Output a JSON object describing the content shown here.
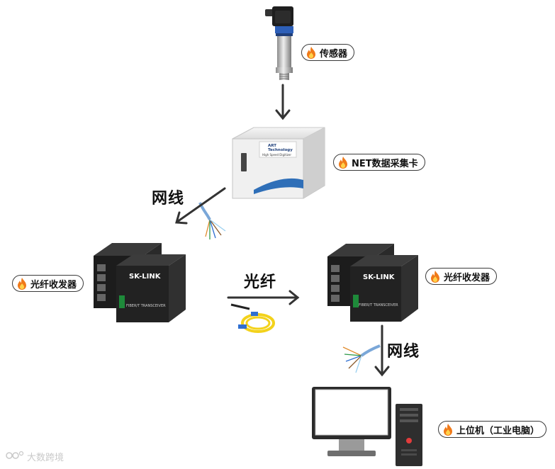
{
  "nodes": {
    "sensor": "传感器",
    "daq": "NET数据采集卡",
    "transceiver_left": "光纤收发器",
    "transceiver_right": "光纤收发器",
    "host_pc": "上位机（工业电脑）"
  },
  "connections": {
    "cable_left": "网线",
    "fiber": "光纤",
    "cable_right": "网线"
  },
  "device_text": {
    "daq_brand_line1": "ART",
    "daq_brand_line2": "Technology",
    "daq_model": "High Speed Digitizer",
    "transceiver_brand": "SK-LINK",
    "transceiver_model": "FIBER/T TRANSCEIVER"
  },
  "watermark": "大数跨境",
  "icons": {
    "node_label_icon": "flame-icon",
    "watermark_icon": "camera-icon"
  },
  "colors": {
    "arrow": "#333333",
    "flame_outer": "#f07a1a",
    "flame_inner": "#ffd24a",
    "fiber_yellow": "#f3d21b",
    "fiber_blue": "#2f6fd1"
  }
}
